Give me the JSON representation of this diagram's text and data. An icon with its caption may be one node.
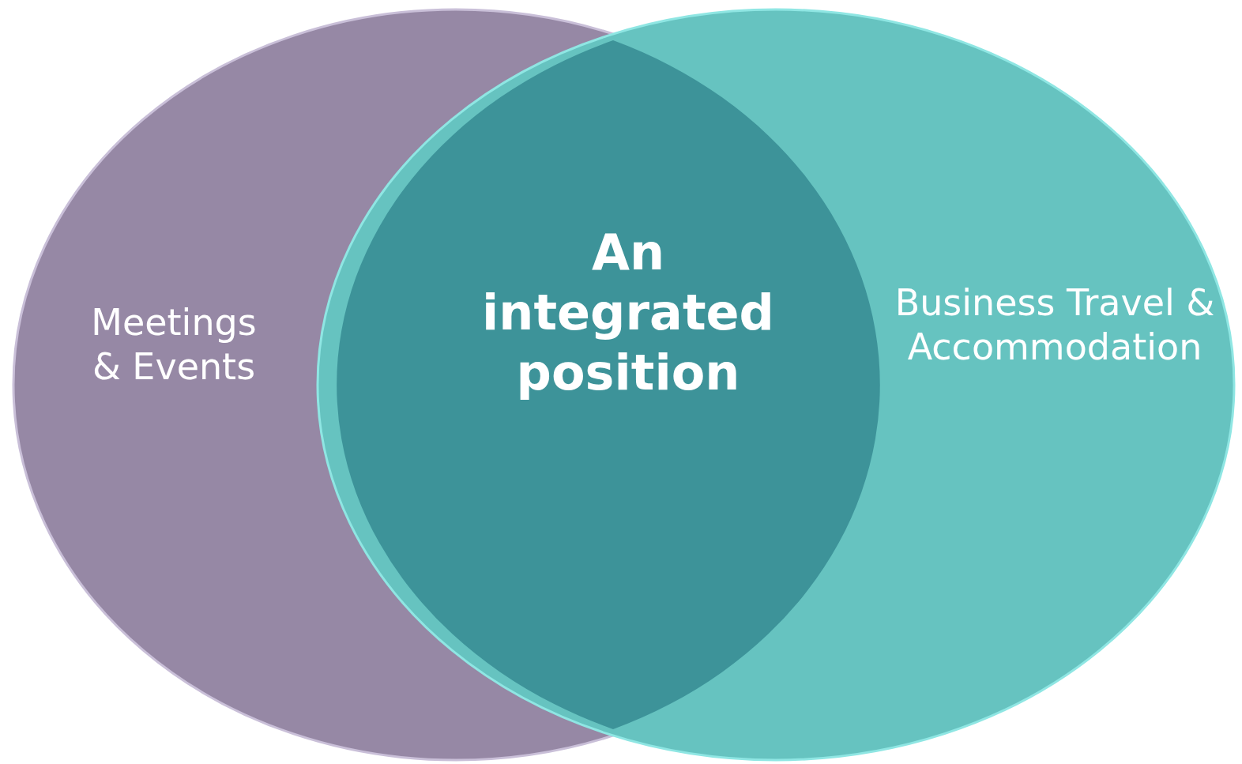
{
  "diagram": {
    "nodes": [
      {
        "text": [
          "Meetings & Events"
        ]
      },
      {
        "text": [
          "Business Travel & Accommodation"
        ]
      }
    ],
    "labels": [
      "An integrated position"
    ]
  }
}
